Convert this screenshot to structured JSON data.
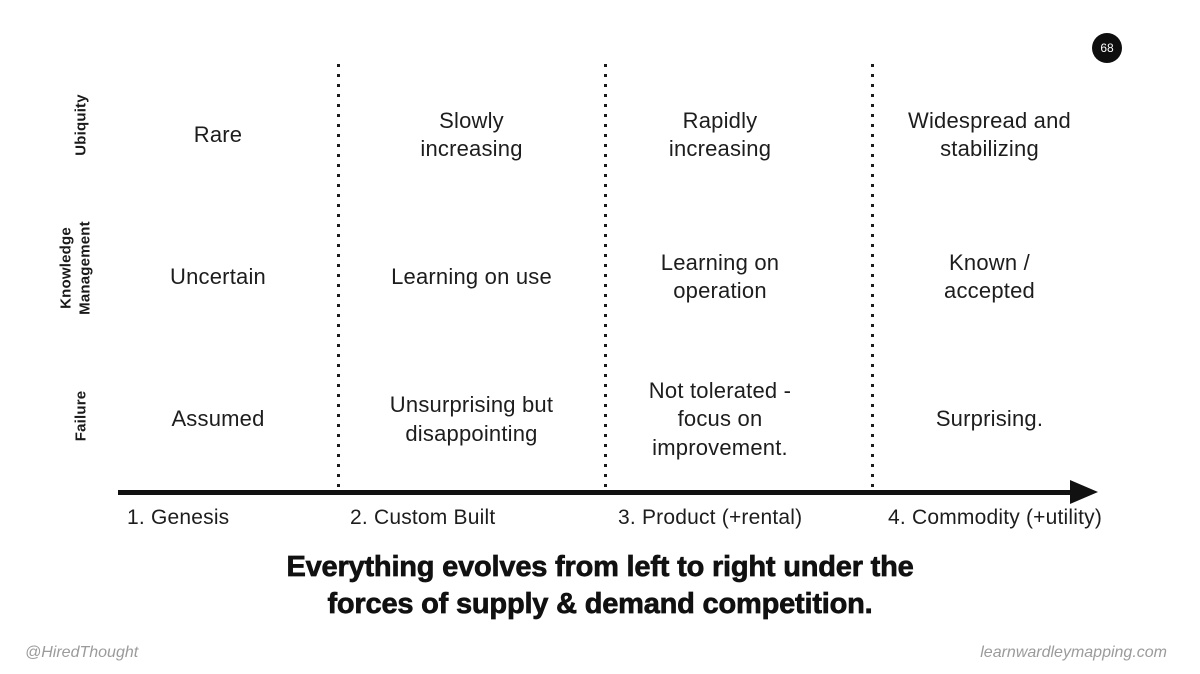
{
  "badge": {
    "number": "68"
  },
  "grid": {
    "rows": [
      {
        "label": "Ubiquity",
        "cells": [
          "Rare",
          "Slowly\nincreasing",
          "Rapidly\nincreasing",
          "Widespread and\nstabilizing"
        ]
      },
      {
        "label": "Knowledge\nManagement",
        "cells": [
          "Uncertain",
          "Learning on use",
          "Learning on\noperation",
          "Known /\naccepted"
        ]
      },
      {
        "label": "Failure",
        "cells": [
          "Assumed",
          "Unsurprising but\ndisappointing",
          "Not tolerated -\nfocus on\nimprovement.",
          "Surprising."
        ]
      }
    ]
  },
  "axis": {
    "stages": [
      "1. Genesis",
      "2. Custom Built",
      "3. Product (+rental)",
      "4. Commodity (+utility)"
    ]
  },
  "title": "Everything evolves from left to right under the\nforces of supply & demand competition.",
  "footer": {
    "left": "@HiredThought",
    "right": "learnwardleymapping.com"
  },
  "colors": {
    "ink": "#1a1a1a",
    "axis": "#111111",
    "muted": "#9b9b9b",
    "badge_bg": "#0e0e0e",
    "background": "#ffffff"
  }
}
